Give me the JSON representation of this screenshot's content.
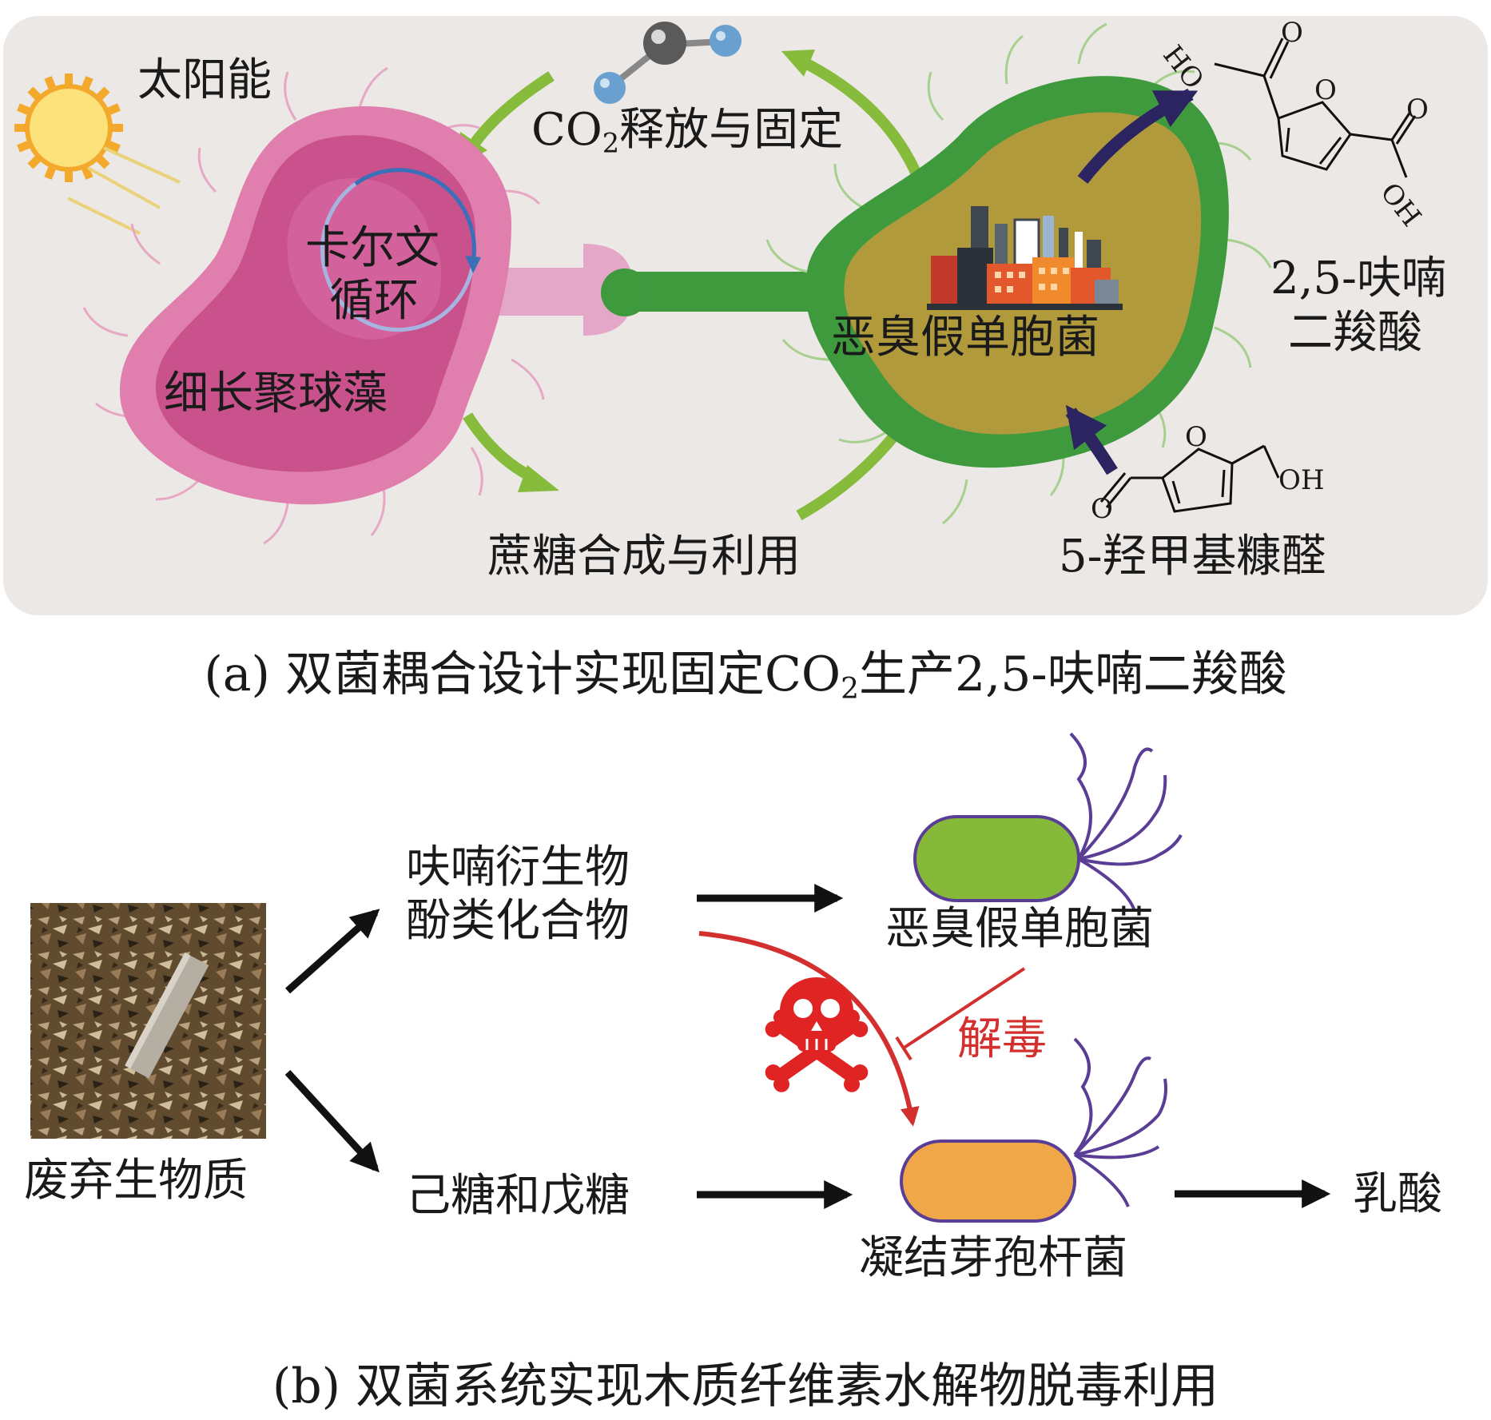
{
  "panel_a": {
    "sun_label": "太阳能",
    "co2_prefix": "CO",
    "co2_sub": "2",
    "co2_suffix": "释放与固定",
    "calvin_line1": "卡尔文",
    "calvin_line2": "循环",
    "algae_label": "细长聚球藻",
    "pseudomonas_label": "恶臭假单胞菌",
    "sucrose_label": "蔗糖合成与利用",
    "fdca_line1": "2,5-呋喃",
    "fdca_line2": "二羧酸",
    "hmf_label": "5-羟甲基糠醛",
    "atom_HO": "HO",
    "atom_O": "O",
    "atom_OH": "OH",
    "caption_prefix": "(a) 双菌耦合设计实现固定CO",
    "caption_sub": "2",
    "caption_suffix": "生产2,5-呋喃二羧酸"
  },
  "panel_b": {
    "biomass_label": "废弃生物质",
    "furans_line1": "呋喃衍生物",
    "furans_line2": "酚类化合物",
    "sugars_label": "己糖和戊糖",
    "pseudomonas_label": "恶臭假单胞菌",
    "detox_label": "解毒",
    "bacillus_label": "凝结芽孢杆菌",
    "product_label": "乳酸",
    "caption": "(b) 双菌系统实现木质纤维素水解物脱毒利用"
  },
  "colors": {
    "panel_bg": "#ece8e6",
    "algae_outer": "#e07fae",
    "algae_inner": "#c9518c",
    "pseudomonas_outer": "#3f9a3e",
    "pseudomonas_inner": "#b19a3c",
    "green_arrow": "#86bb3b",
    "navy_arrow": "#2b2460",
    "red_arrow": "#d32f2f",
    "bacterium_green": "#86b83a",
    "bacterium_orange": "#f0a748",
    "flagella_purple": "#5a3e96"
  },
  "icons": [
    "sun-icon",
    "co2-molecule-icon",
    "factory-icon",
    "fdca-structure-icon",
    "hmf-structure-icon",
    "skull-crossbones-icon",
    "biomass-photo",
    "bacterium-icon"
  ]
}
